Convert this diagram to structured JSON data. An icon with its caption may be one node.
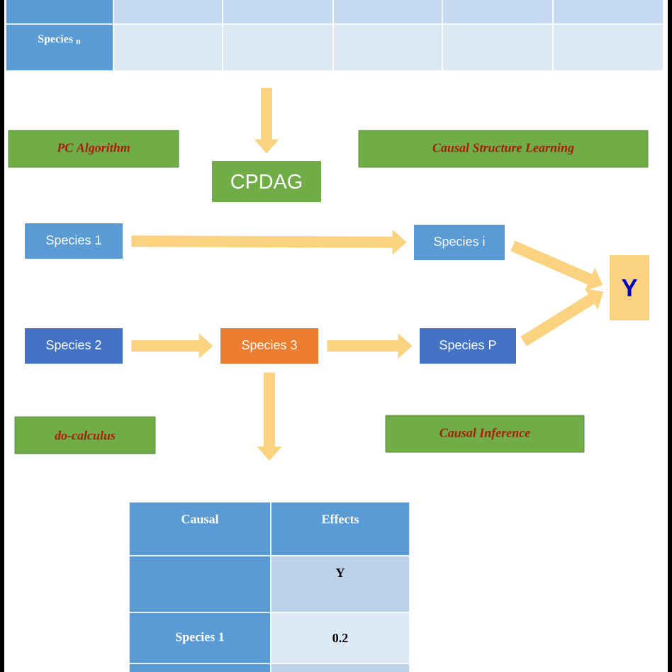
{
  "diagram": {
    "nodes": [
      {
        "text": [
          "PC Algorithm"
        ]
      },
      {
        "text": [
          "CPDAG"
        ]
      },
      {
        "text": [
          "Causal Structure Learning"
        ]
      },
      {
        "text": [
          "Species 1"
        ]
      },
      {
        "text": [
          "Species i"
        ]
      },
      {
        "text": [
          "Y"
        ]
      },
      {
        "text": [
          "Species 2"
        ]
      },
      {
        "text": [
          "Species 3"
        ]
      },
      {
        "text": [
          "Species P"
        ]
      },
      {
        "text": [
          "do-calculus"
        ]
      },
      {
        "text": [
          "Causal Inference"
        ]
      }
    ],
    "edges": [
      {
        "from": null,
        "to": 1,
        "arrow": "to"
      },
      {
        "from": 3,
        "to": 4,
        "arrow": "to"
      },
      {
        "from": 4,
        "to": 5,
        "arrow": "to"
      },
      {
        "from": 6,
        "to": 7,
        "arrow": "to"
      },
      {
        "from": 7,
        "to": 8,
        "arrow": "to"
      },
      {
        "from": 8,
        "to": 5,
        "arrow": "to"
      },
      {
        "from": 7,
        "to": null,
        "arrow": "to"
      }
    ],
    "labels": [
      "Species $_{n}$",
      "Causal",
      "Effects",
      "Y",
      "Species 1",
      "0.2"
    ]
  }
}
